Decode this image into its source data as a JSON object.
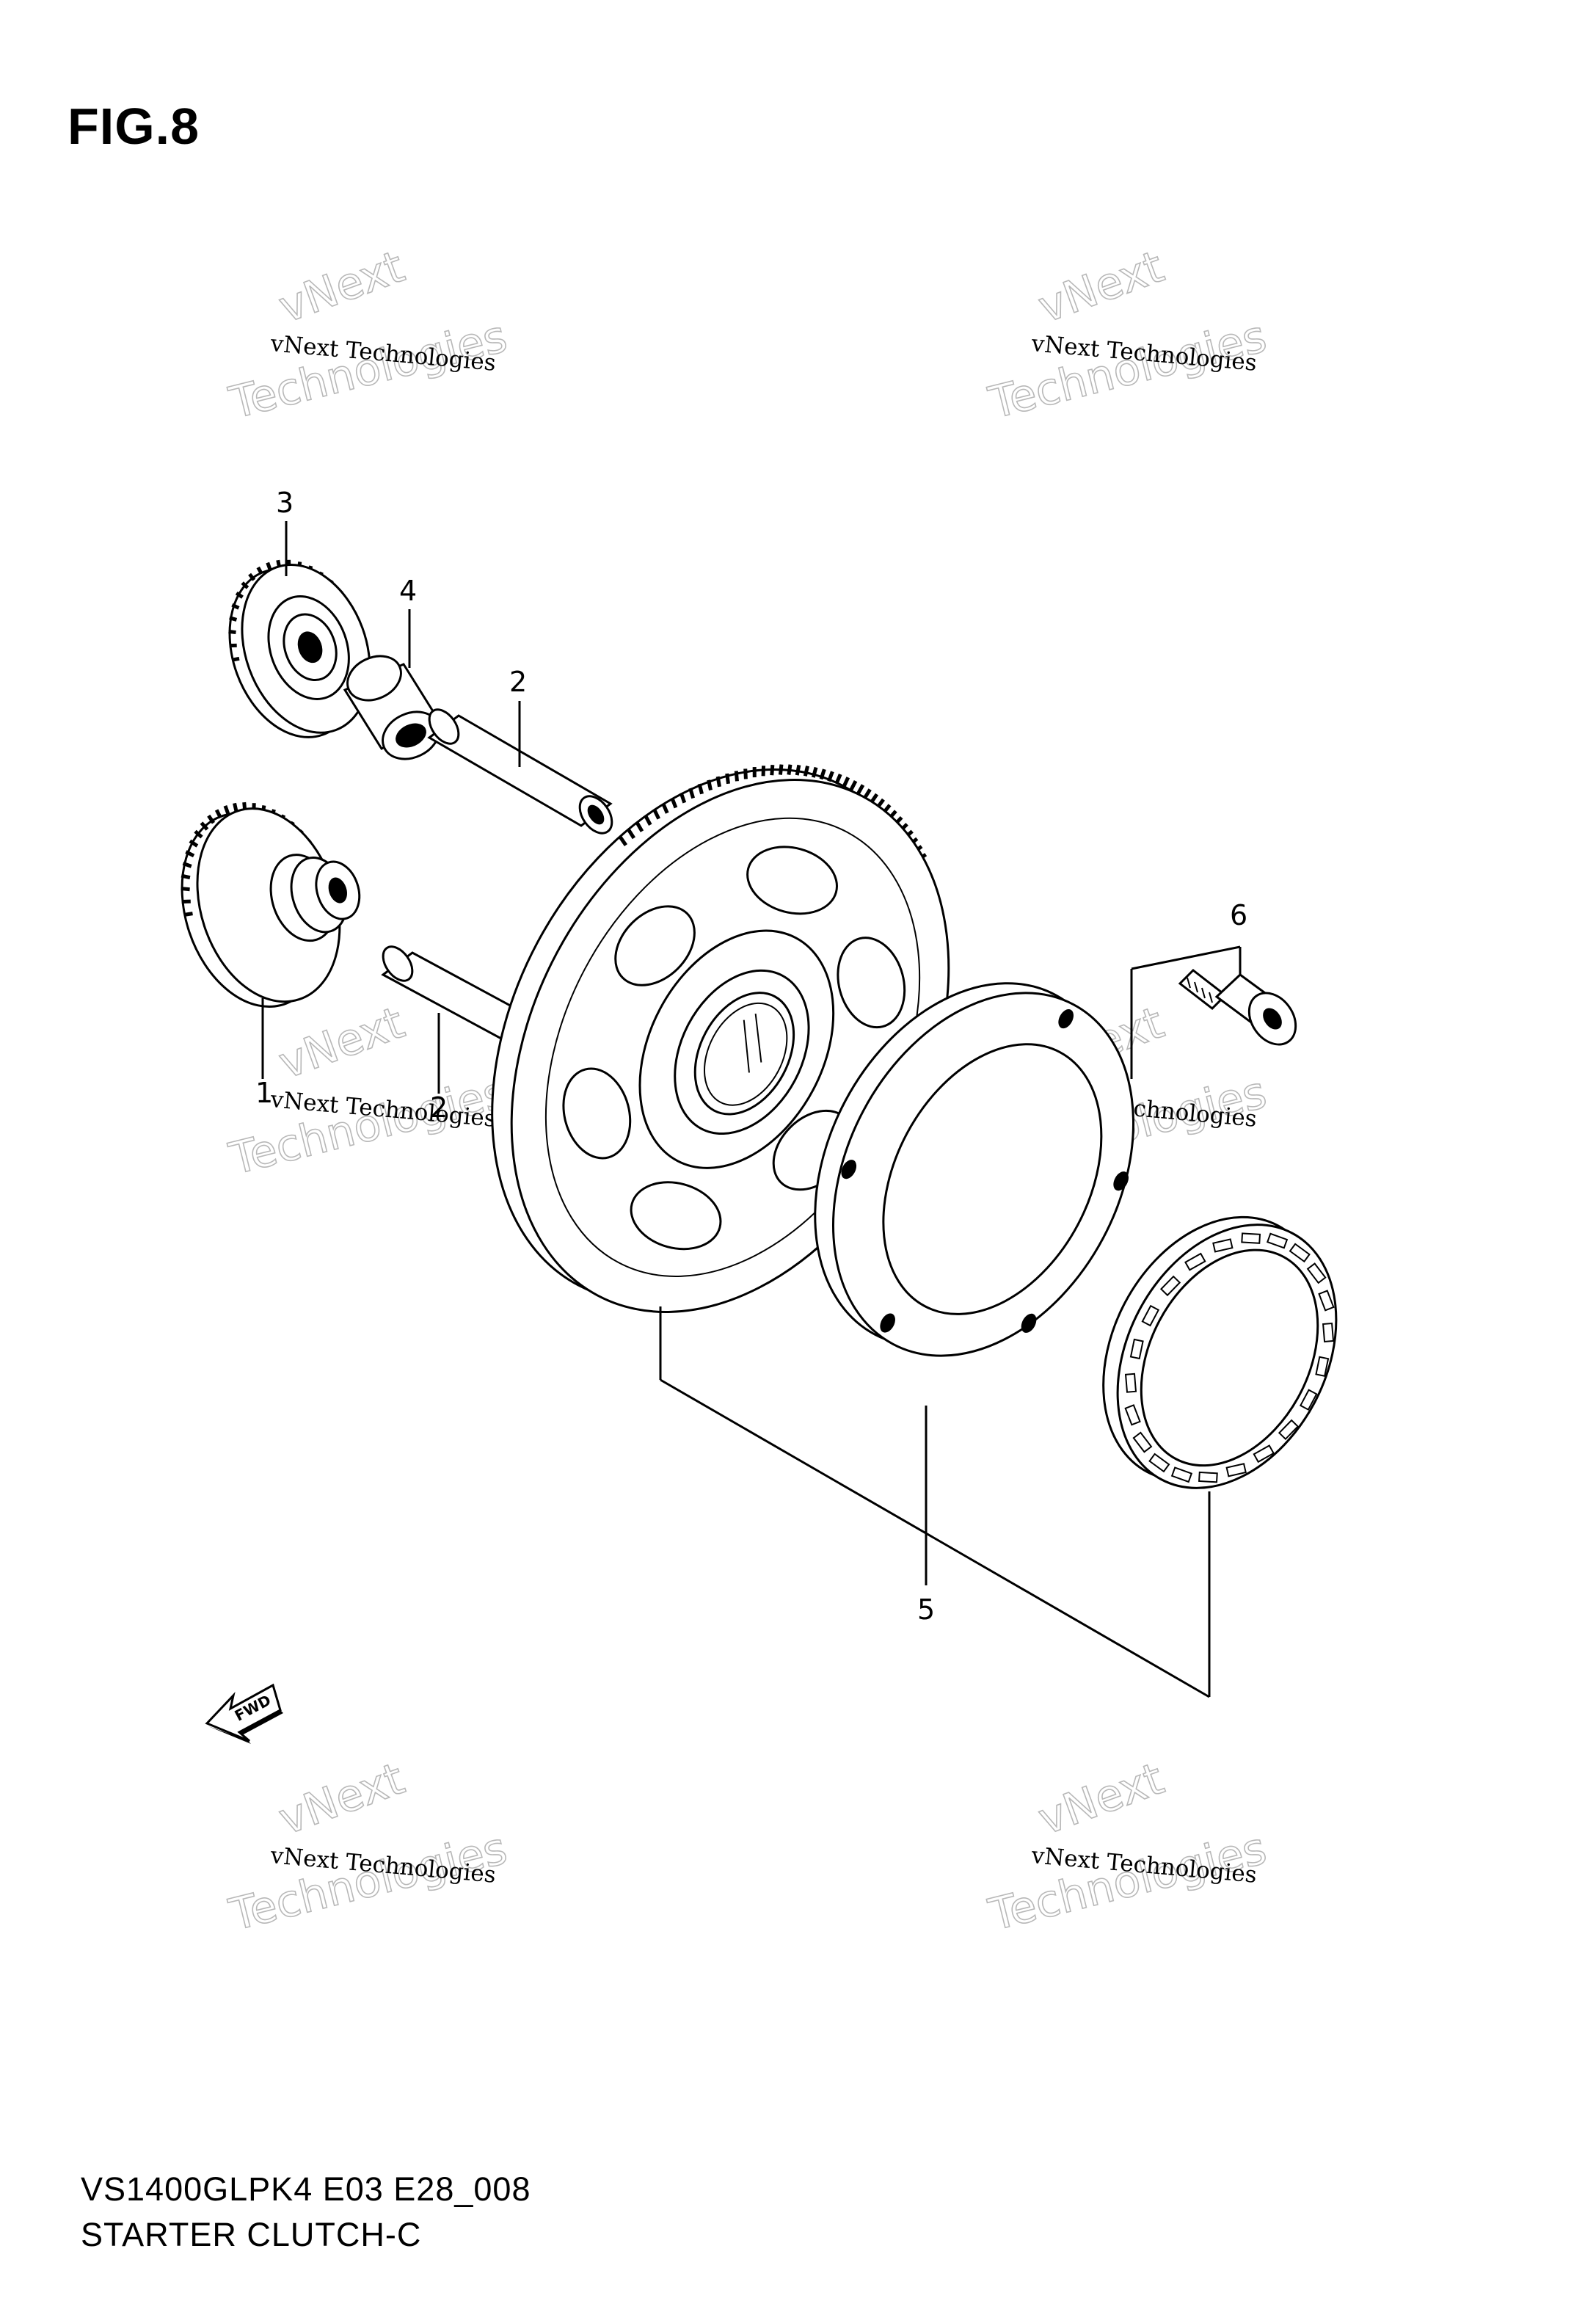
{
  "figure": {
    "title": "FIG.8"
  },
  "callouts": {
    "c1": "1",
    "c2a": "2",
    "c2b": "2",
    "c3": "3",
    "c4": "4",
    "c5": "5",
    "c6": "6"
  },
  "watermark": {
    "line1": "vNext Technologies",
    "outline_top": "vNext",
    "outline_bottom": "Technologies"
  },
  "fwd_arrow": {
    "label": "FWD"
  },
  "footer": {
    "model_code": "VS1400GLPK4 E03 E28_008",
    "section_name": "STARTER CLUTCH-C"
  }
}
